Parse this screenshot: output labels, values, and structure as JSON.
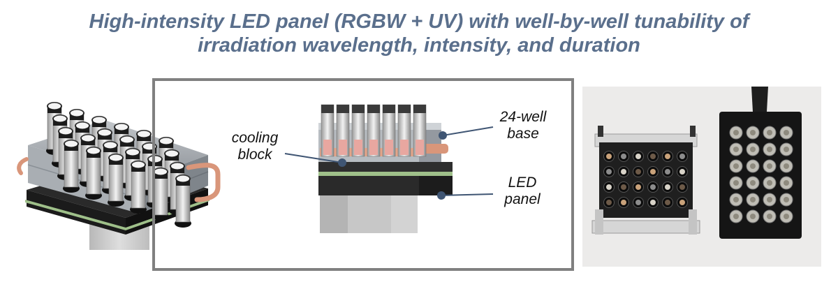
{
  "title": {
    "line1": "High-intensity LED panel (RGBW + UV) with well-by-well tunability of",
    "line2": "irradiation wavelength, intensity, and duration"
  },
  "labels": {
    "cooling_block": [
      "cooling",
      "block"
    ],
    "well_base": [
      "24-well",
      "base"
    ],
    "led_panel": [
      "LED",
      "panel"
    ]
  },
  "colors": {
    "title": "#5a6f8c",
    "callout": "#3f5573",
    "copper": "#d9967a",
    "green_layer": "#9fc08a",
    "frame": "#808080"
  }
}
